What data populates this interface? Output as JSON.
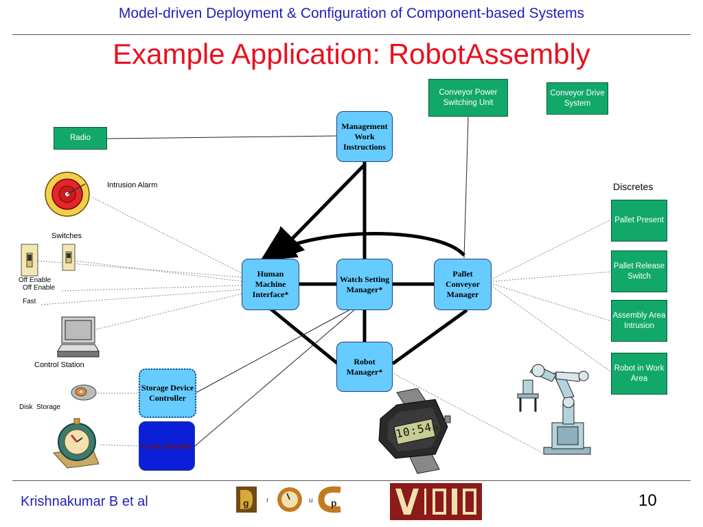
{
  "header": "Model-driven Deployment & Configuration of Component-based Systems",
  "title": "Example Application: RobotAssembly",
  "boxes": {
    "radio": "Radio",
    "conveyor_power": "Conveyor Power Switching Unit",
    "conveyor_drive": "Conveyor Drive System",
    "pallet_present": "Pallet Present",
    "pallet_release": "Pallet Release Switch",
    "assembly_intrusion": "Assembly Area Intrusion",
    "robot_in_work": "Robot in Work Area"
  },
  "nodes": {
    "management": "Management Work Instructions",
    "hmi": "Human Machine Interface*",
    "watch": "Watch Setting Manager*",
    "pallet_conveyor": "Pallet Conveyor Manager",
    "robot": "Robot Manager*",
    "storage": "Storage Device Controller",
    "clock": "Clock Handler"
  },
  "labels": {
    "intrusion_alarm": "Intrusion Alarm",
    "switches": "Switches",
    "off_enable_1": "Off Enable",
    "off_enable_2": "Off Enable",
    "fast": "Fast",
    "control_station": "Control Station",
    "disk_storage": "Disk  Storage",
    "discretes": "Discretes"
  },
  "watch_display": {
    "time": "10:54",
    "seconds": "35"
  },
  "logos": {
    "doc": [
      "g",
      "r",
      "u",
      "p"
    ]
  },
  "footer": {
    "author": "Krishnakumar B et al",
    "page": "10"
  }
}
